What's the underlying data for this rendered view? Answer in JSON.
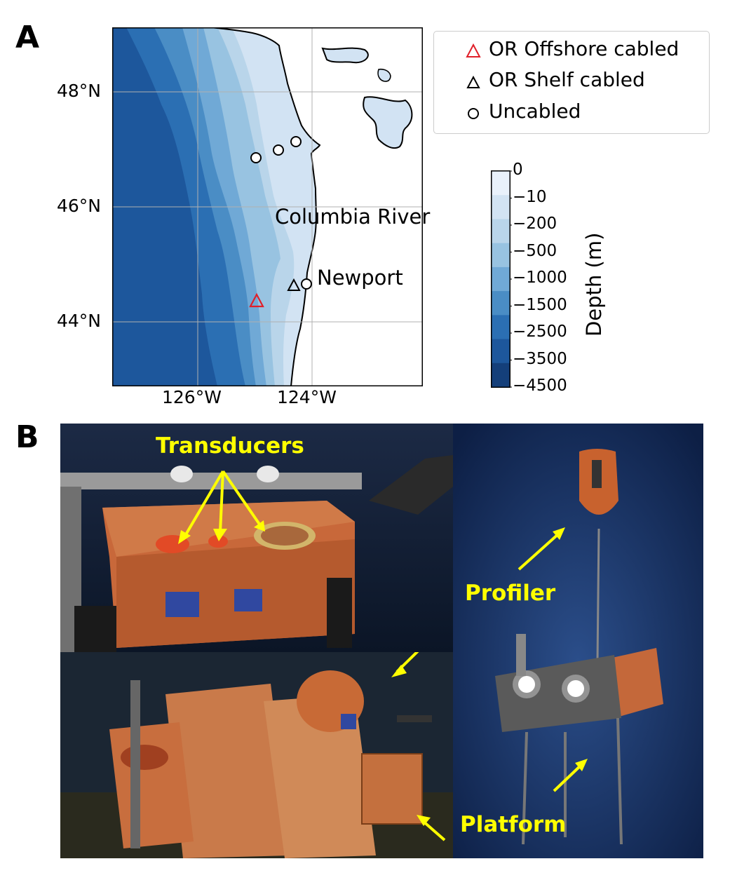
{
  "panel_a": {
    "letter": "A",
    "lat_ticks": [
      "48°N",
      "46°N",
      "44°N"
    ],
    "lon_ticks": [
      "126°W",
      "124°W"
    ],
    "place_labels": {
      "columbia": "Columbia River",
      "newport": "Newport"
    },
    "legend": [
      {
        "symbol": "triangle",
        "color": "#e0202a",
        "label": "OR Offshore cabled"
      },
      {
        "symbol": "triangle",
        "color": "#000000",
        "label": "OR Shelf cabled"
      },
      {
        "symbol": "circle",
        "color": "#000000",
        "label": "Uncabled"
      }
    ],
    "colorbar": {
      "label": "Depth (m)",
      "ticks": [
        "0",
        "−10",
        "−200",
        "−500",
        "−1000",
        "−1500",
        "−2500",
        "−3500",
        "−4500"
      ],
      "colors": [
        "#e9f1fb",
        "#d2e3f3",
        "#b9d5ea",
        "#98c3e1",
        "#70a9d6",
        "#4a8dc5",
        "#2b6fb3",
        "#1d579c",
        "#143f7a"
      ]
    }
  },
  "panel_b": {
    "letter": "B",
    "labels": {
      "transducers": "Transducers",
      "profiler": "Profiler",
      "platform": "Platform"
    }
  }
}
